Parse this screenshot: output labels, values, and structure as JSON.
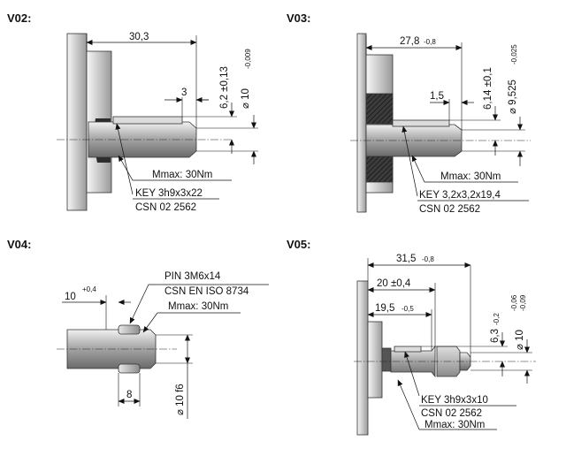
{
  "v02": {
    "title": "V02:",
    "dim_length": "30,3",
    "dim_key_offset": "3",
    "dim_key_height": "6,2 ±0,13",
    "dim_shaft_dia": "⌀ 10",
    "dim_shaft_tol": "-0,009",
    "torque": "Mmax: 30Nm",
    "key": "KEY 3h9x3x22",
    "standard": "CSN 02 2562"
  },
  "v03": {
    "title": "V03:",
    "dim_length": "27,8",
    "dim_length_tol": "-0,8",
    "dim_key_offset": "1,5",
    "dim_key_height": "6,14 ±0,1",
    "dim_shaft_dia": "⌀ 9,525",
    "dim_shaft_tol": "-0,025",
    "torque": "Mmax: 30Nm",
    "key": "KEY 3,2x3,2x19,4",
    "standard": "CSN 02 2562"
  },
  "v04": {
    "title": "V04:",
    "dim_pin_pos": "10",
    "dim_pin_pos_tol": "+0,4",
    "pin": "PIN 3M6x14",
    "pin_standard": "CSN EN ISO 8734",
    "torque": "Mmax: 30Nm",
    "dim_width": "8",
    "dim_shaft_dia": "⌀ 10 f6"
  },
  "v05": {
    "title": "V05:",
    "dim_total": "31,5",
    "dim_total_tol": "-0,8",
    "dim_mid": "20 ±0,4",
    "dim_short": "19,5",
    "dim_short_tol": "-0,5",
    "dim_key_height": "6,3",
    "dim_key_height_tol": "-0,2",
    "dim_shaft_dia": "⌀ 10",
    "dim_shaft_tol_upper": "-0,06",
    "dim_shaft_tol_lower": "-0,09",
    "key": "KEY 3h9x3x10",
    "standard": "CSN 02 2562",
    "torque": "Mmax: 30Nm"
  }
}
